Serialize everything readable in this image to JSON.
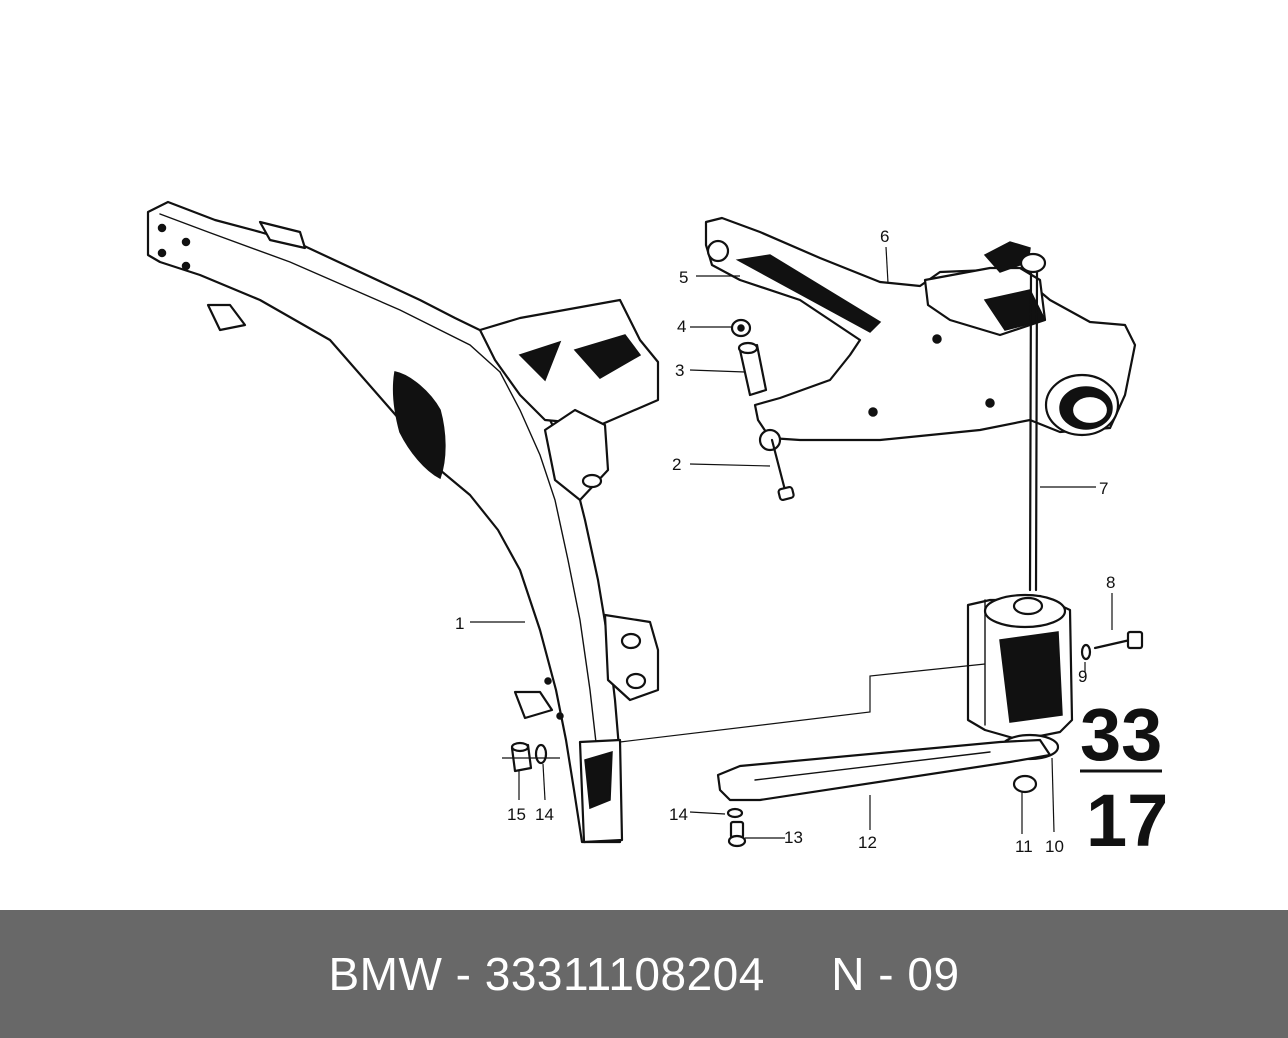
{
  "diagram": {
    "section": {
      "top": "33",
      "bottom": "17"
    },
    "parts": [
      {
        "id": "p1",
        "number": "1"
      },
      {
        "id": "p2",
        "number": "2"
      },
      {
        "id": "p3",
        "number": "3"
      },
      {
        "id": "p4",
        "number": "4"
      },
      {
        "id": "p5",
        "number": "5"
      },
      {
        "id": "p6",
        "number": "6"
      },
      {
        "id": "p7",
        "number": "7"
      },
      {
        "id": "p8",
        "number": "8"
      },
      {
        "id": "p9",
        "number": "9"
      },
      {
        "id": "p10",
        "number": "10"
      },
      {
        "id": "p11",
        "number": "11"
      },
      {
        "id": "p12",
        "number": "12"
      },
      {
        "id": "p13",
        "number": "13"
      },
      {
        "id": "p14a",
        "number": "14"
      },
      {
        "id": "p14b",
        "number": "14"
      },
      {
        "id": "p15",
        "number": "15"
      }
    ]
  },
  "footer": {
    "brand": "BMW",
    "separator": " - ",
    "part_number": "33311108204",
    "gap": "     ",
    "code": "N - 09",
    "colors": {
      "background": "#686868",
      "text": "#ffffff"
    }
  }
}
